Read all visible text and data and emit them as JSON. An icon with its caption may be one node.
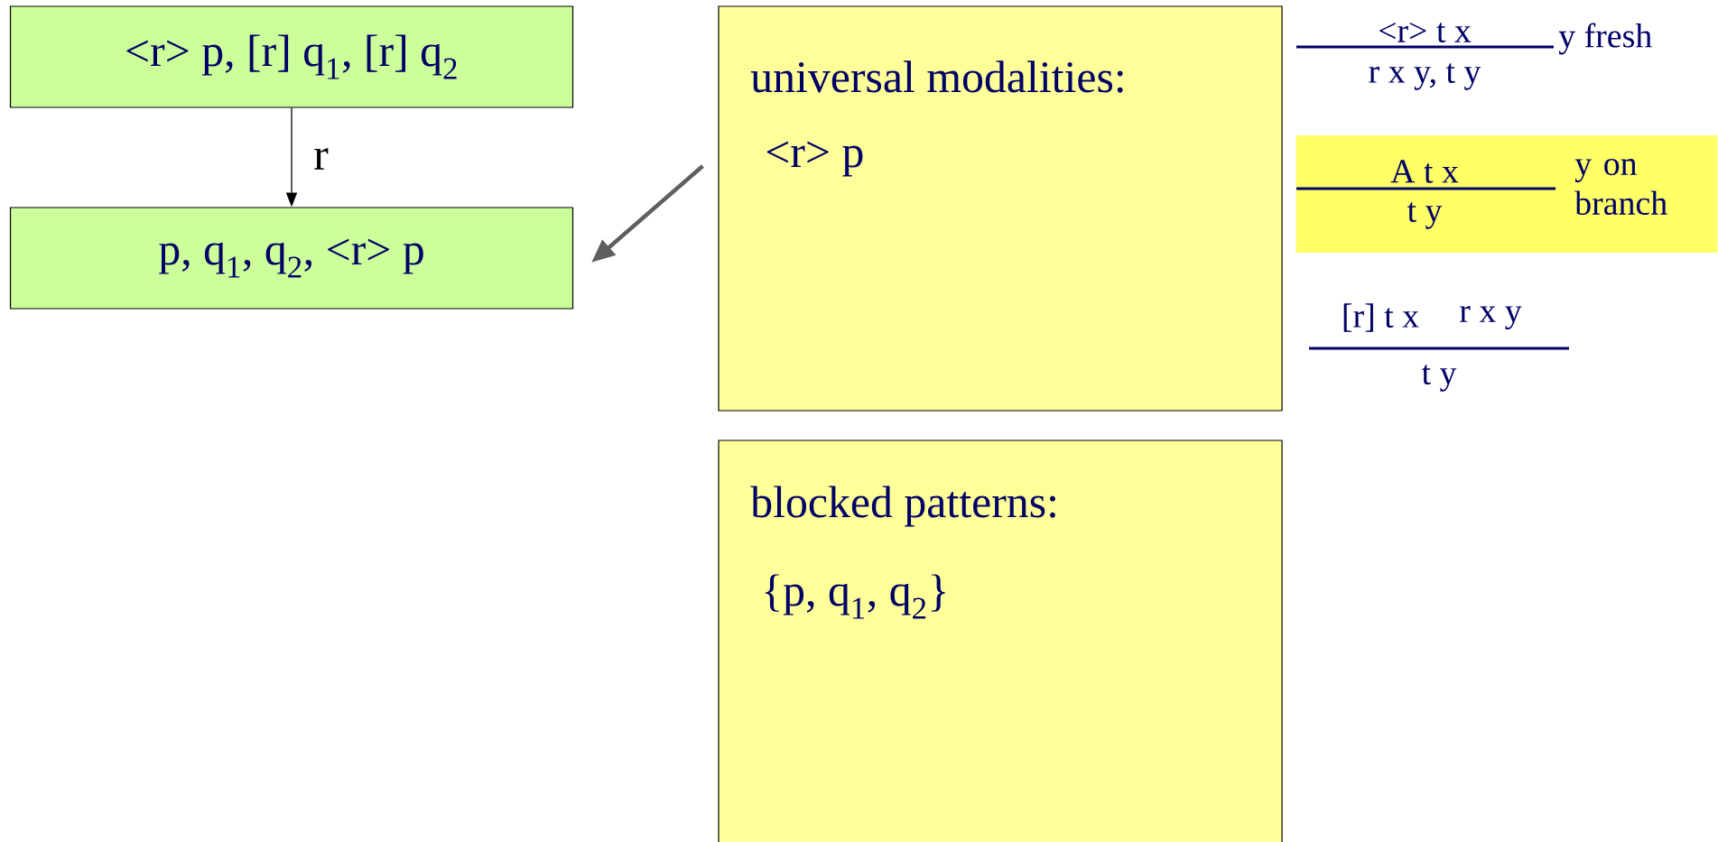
{
  "diagram": {
    "nodes": [
      {
        "text": [
          "<r> p, [r] q$_{1}$, [r] q$_{2}$"
        ]
      },
      {
        "text": [
          "p, q$_{1}$, q$_{2}$, <r> p"
        ]
      },
      {
        "text": [
          "universal modalities:",
          "<r> p"
        ]
      },
      {
        "text": [
          "blocked patterns:",
          "{p, q$_{1}$, q$_{2}$}"
        ]
      },
      {
        "text": [
          "A t x",
          "t y",
          "y on branch"
        ]
      }
    ],
    "edges": [
      {
        "from": 0,
        "to": 1,
        "arrow": "to",
        "label": "r"
      },
      {
        "from": 2,
        "to": 1,
        "arrow": "to",
        "style": "thick",
        "color": "#5f5f5f"
      }
    ],
    "labels": [
      "<r> t x",
      "y fresh",
      "r x y, t y",
      "[r] t x",
      "r x y",
      "t y"
    ]
  }
}
